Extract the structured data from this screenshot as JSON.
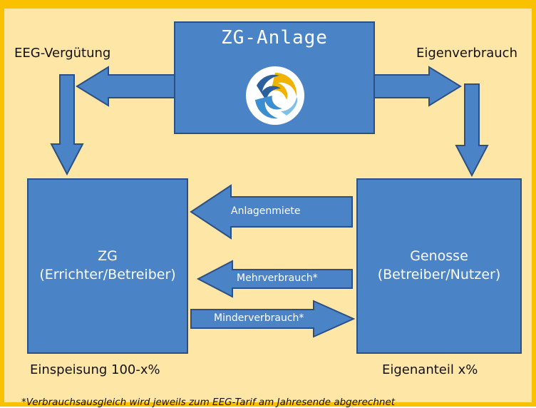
{
  "top_box": {
    "title": "ZG-Anlage"
  },
  "labels": {
    "left_top": "EEG-Vergütung",
    "right_top": "Eigenverbrauch",
    "left_bottom": "Einspeisung 100-x%",
    "right_bottom": "Eigenanteil x%"
  },
  "left_box": {
    "line1": "ZG",
    "line2": "(Errichter/Betreiber)"
  },
  "right_box": {
    "line1": "Genosse",
    "line2": "(Betreiber/Nutzer)"
  },
  "flows": {
    "rent": "Anlagenmiete",
    "more": "Mehrverbrauch*",
    "less": "Minderverbrauch*"
  },
  "footnote": "*Verbrauchsausgleich wird jeweils zum EEG-Tarif am Jahresende abgerechnet",
  "colors": {
    "frame": "#f9c100",
    "background": "#fde6a6",
    "box_fill": "#4b84c6",
    "box_border": "#2c4f86"
  }
}
